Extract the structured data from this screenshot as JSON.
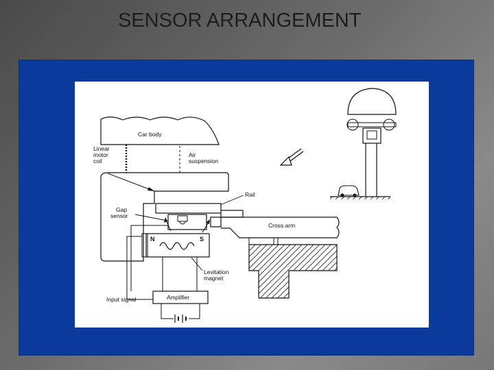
{
  "slide": {
    "title": "SENSOR ARRANGEMENT"
  },
  "diagram": {
    "labels": {
      "car_body": "Car body",
      "linear_motor_line1": "Linear",
      "linear_motor_line2": "motor",
      "linear_motor_line3": "coil",
      "air_line1": "Air",
      "air_line2": "suspension",
      "rail": "Rail",
      "gap_line1": "Gap",
      "gap_line2": "sensor",
      "cross_arm": "Cross arm",
      "pole_n": "N",
      "pole_s": "S",
      "lev_line1": "Levitation",
      "lev_line2": "magnet",
      "input_signal": "Input signal",
      "amplifier": "Amplifier"
    }
  }
}
